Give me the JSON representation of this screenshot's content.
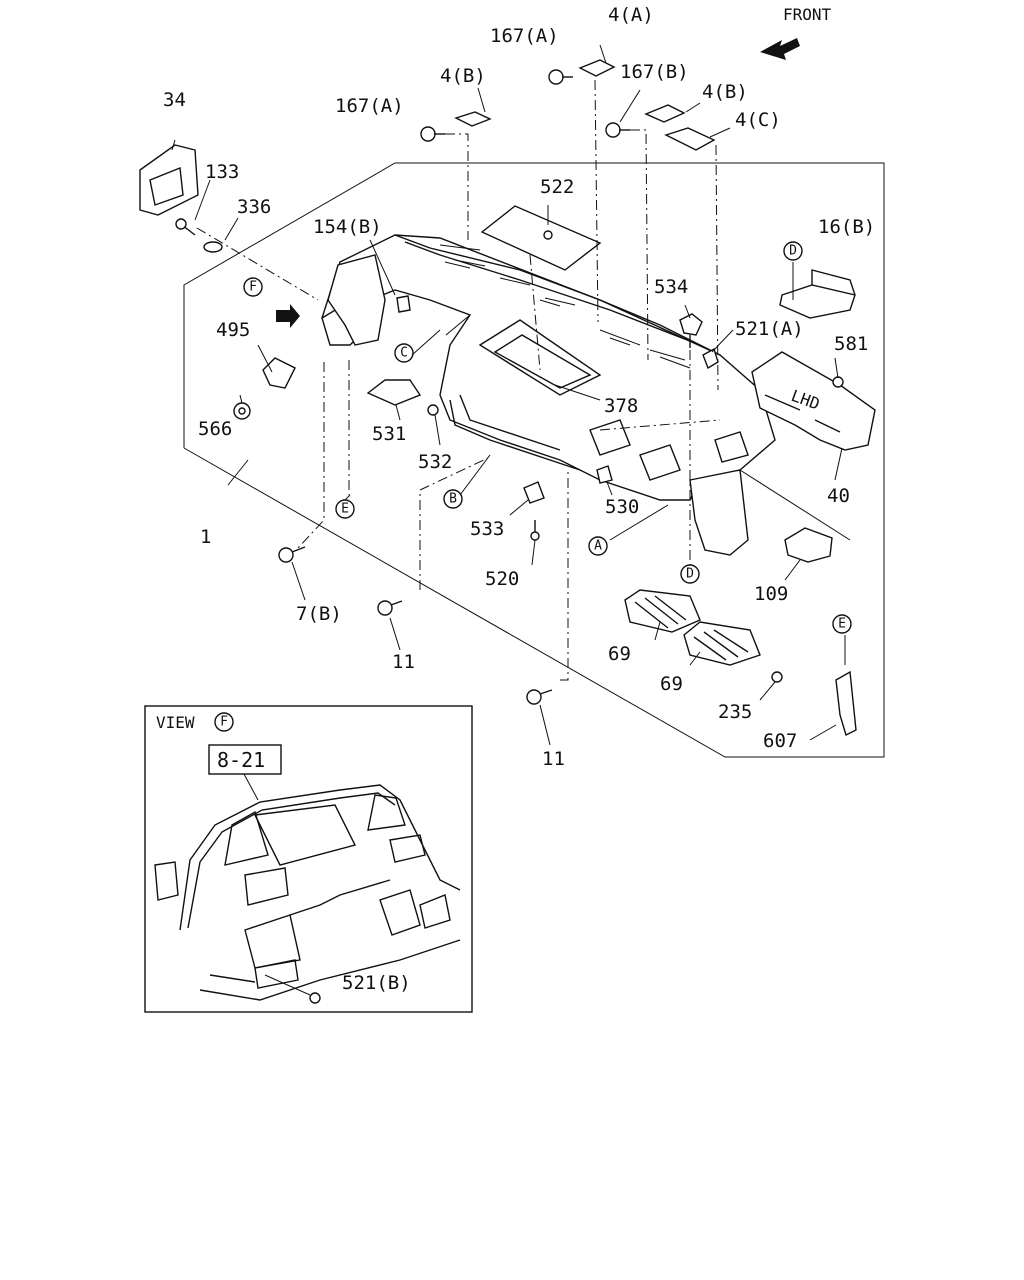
{
  "orientation": {
    "front_label": "FRONT"
  },
  "callouts": {
    "p34": "34",
    "p133": "133",
    "p336": "336",
    "p154b": "154(B)",
    "p495": "495",
    "p566": "566",
    "p531": "531",
    "p532": "532",
    "p1": "1",
    "p7b": "7(B)",
    "p11a": "11",
    "p11b": "11",
    "p533": "533",
    "p520": "520",
    "p530": "530",
    "p522": "522",
    "p378": "378",
    "p534": "534",
    "p521a": "521(A)",
    "p167a1": "167(A)",
    "p167a2": "167(A)",
    "p4a": "4(A)",
    "p167b": "167(B)",
    "p4b1": "4(B)",
    "p4b2": "4(B)",
    "p4c": "4(C)",
    "p16b": "16(B)",
    "p581": "581",
    "p40": "40",
    "p109": "109",
    "p69a": "69",
    "p69b": "69",
    "p235": "235",
    "p607": "607",
    "p521b": "521(B)"
  },
  "reference_letters": {
    "A": "A",
    "B": "B",
    "C": "C",
    "D": "D",
    "E": "E",
    "F": "F"
  },
  "part_marking": "LHD",
  "view_inset": {
    "title": "VIEW",
    "view_letter": "F",
    "ref_box": "8-21"
  },
  "icons": [
    "front-arrow-icon",
    "view-arrow-icon"
  ]
}
